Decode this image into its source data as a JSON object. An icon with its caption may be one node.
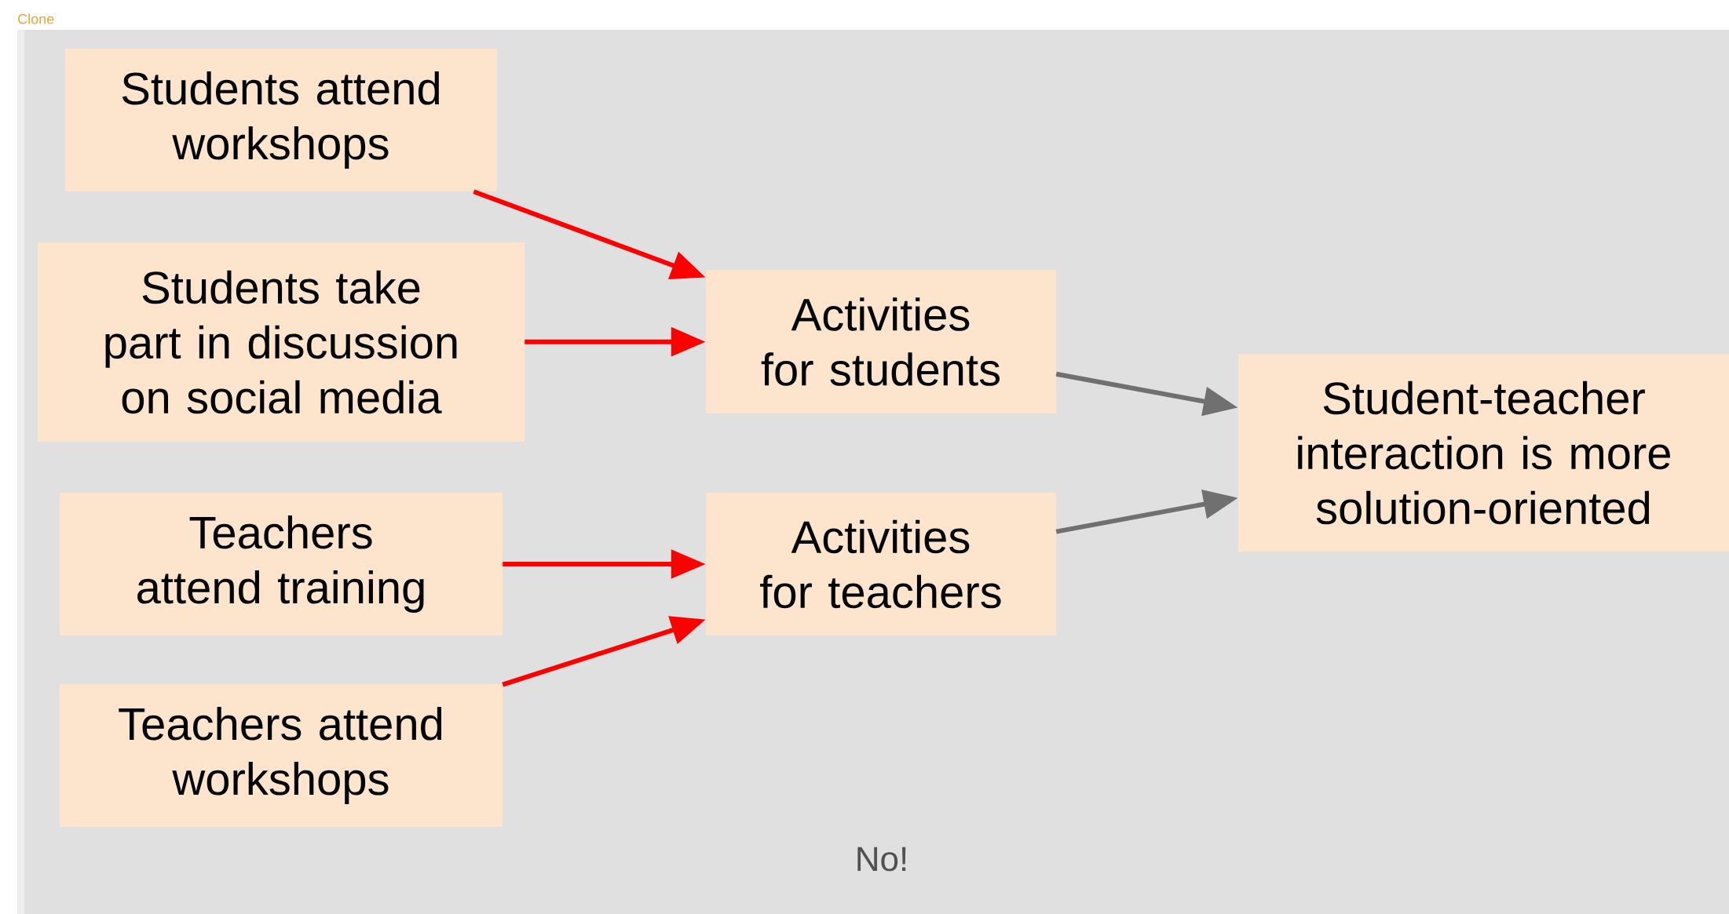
{
  "diagram": {
    "nodes": [
      {
        "text": [
          "Students attend workshops"
        ]
      },
      {
        "text": [
          "Students take part in discussion on social media"
        ]
      },
      {
        "text": [
          "Teachers attend training"
        ]
      },
      {
        "text": [
          "Teachers attend workshops"
        ]
      },
      {
        "text": [
          "Activities for students"
        ]
      },
      {
        "text": [
          "Activities for teachers"
        ]
      },
      {
        "text": [
          "Student-teacher interaction is more solution-oriented"
        ]
      }
    ],
    "edges": [
      {
        "from": 0,
        "to": 4,
        "arrow": "to"
      },
      {
        "from": 1,
        "to": 4,
        "arrow": "to"
      },
      {
        "from": 2,
        "to": 5,
        "arrow": "to"
      },
      {
        "from": 3,
        "to": 5,
        "arrow": "to"
      },
      {
        "from": 4,
        "to": 6,
        "arrow": "to",
        "color": "#707070"
      },
      {
        "from": 5,
        "to": 6,
        "arrow": "to",
        "color": "#707070"
      }
    ],
    "labels": [
      "Clone",
      "No!"
    ]
  }
}
